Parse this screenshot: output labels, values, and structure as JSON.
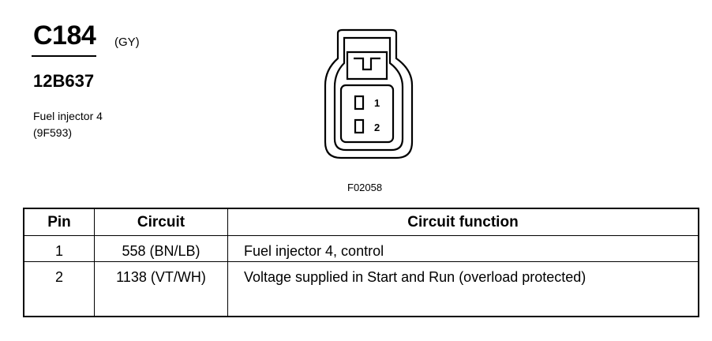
{
  "connector": {
    "id": "C184",
    "color_code": "(GY)",
    "part_number": "12B637",
    "component_name": "Fuel injector 4",
    "component_code": "(9F593)",
    "figure_code": "F02058",
    "pin_labels": [
      "1",
      "2"
    ]
  },
  "table": {
    "headers": {
      "pin": "Pin",
      "circuit": "Circuit",
      "function": "Circuit function"
    },
    "rows": [
      {
        "pin": "1",
        "circuit": "558 (BN/LB)",
        "function": "Fuel injector 4, control"
      },
      {
        "pin": "2",
        "circuit": "1138 (VT/WH)",
        "function": "Voltage supplied in Start and Run (overload protected)"
      }
    ]
  }
}
